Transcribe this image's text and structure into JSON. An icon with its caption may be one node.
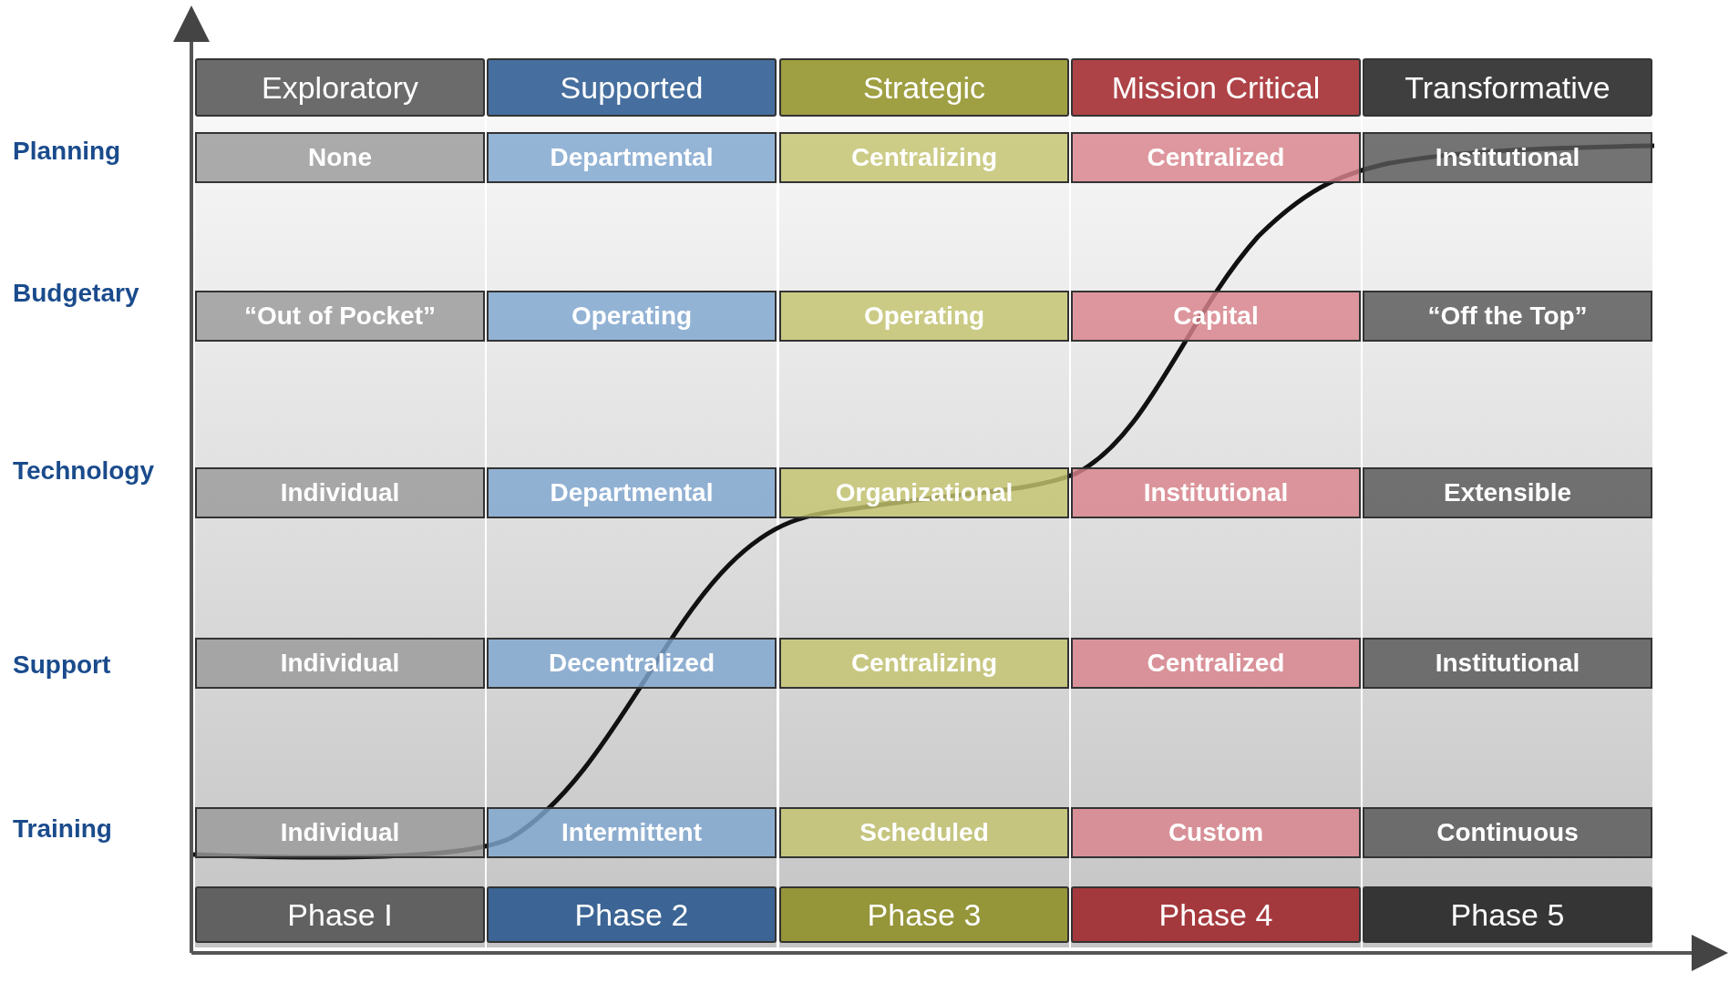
{
  "diagram": {
    "nodes": [
      {
        "text": [
          "Exploratory"
        ]
      },
      {
        "text": [
          "Supported"
        ]
      },
      {
        "text": [
          "Strategic"
        ]
      },
      {
        "text": [
          "Mission Critical"
        ]
      },
      {
        "text": [
          "Transformative"
        ]
      },
      {
        "text": [
          "None"
        ]
      },
      {
        "text": [
          "Departmental"
        ]
      },
      {
        "text": [
          "Centralizing"
        ]
      },
      {
        "text": [
          "Centralized"
        ]
      },
      {
        "text": [
          "Institutional"
        ]
      },
      {
        "text": [
          "“Out of Pocket”"
        ]
      },
      {
        "text": [
          "Operating"
        ]
      },
      {
        "text": [
          "Operating"
        ]
      },
      {
        "text": [
          "Capital"
        ]
      },
      {
        "text": [
          "“Off the Top”"
        ]
      },
      {
        "text": [
          "Individual"
        ]
      },
      {
        "text": [
          "Departmental"
        ]
      },
      {
        "text": [
          "Organizational"
        ]
      },
      {
        "text": [
          "Institutional"
        ]
      },
      {
        "text": [
          "Extensible"
        ]
      },
      {
        "text": [
          "Individual"
        ]
      },
      {
        "text": [
          "Decentralized"
        ]
      },
      {
        "text": [
          "Centralizing"
        ]
      },
      {
        "text": [
          "Centralized"
        ]
      },
      {
        "text": [
          "Institutional"
        ]
      },
      {
        "text": [
          "Individual"
        ]
      },
      {
        "text": [
          "Intermittent"
        ]
      },
      {
        "text": [
          "Scheduled"
        ]
      },
      {
        "text": [
          "Custom"
        ]
      },
      {
        "text": [
          "Continuous"
        ]
      },
      {
        "text": [
          "Phase I"
        ]
      },
      {
        "text": [
          "Phase 2"
        ]
      },
      {
        "text": [
          "Phase 3"
        ]
      },
      {
        "text": [
          "Phase 4"
        ]
      },
      {
        "text": [
          "Phase 5"
        ]
      }
    ],
    "labels": [
      "Planning",
      "Budgetary",
      "Technology",
      "Support",
      "Training"
    ]
  }
}
